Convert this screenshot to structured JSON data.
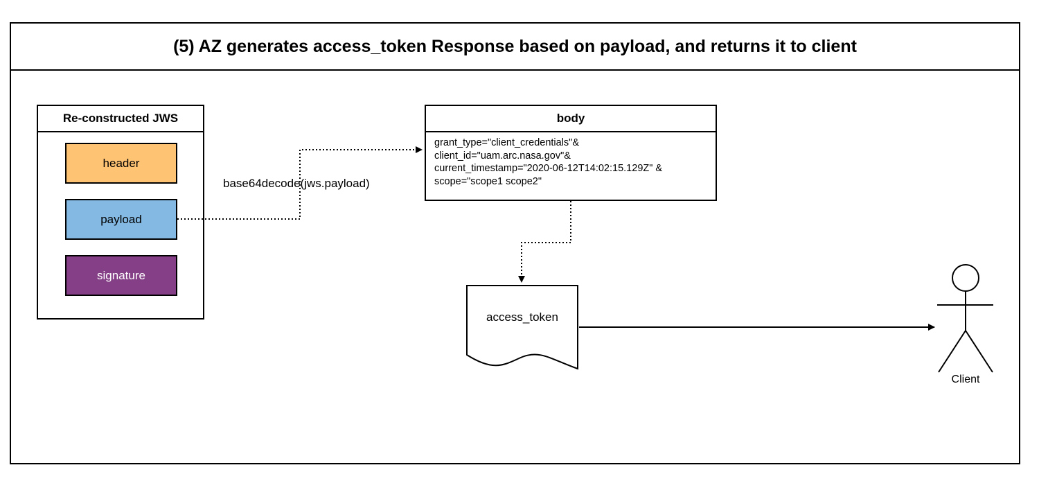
{
  "title": "(5) AZ generates access_token Response based on payload, and returns it to client",
  "jws": {
    "title": "Re-constructed JWS",
    "parts": [
      {
        "label": "header",
        "color": "#ffc374"
      },
      {
        "label": "payload",
        "color": "#83b9e3"
      },
      {
        "label": "signature",
        "color": "#843f86"
      }
    ]
  },
  "edge": {
    "label": "base64decode(jws.payload)"
  },
  "body": {
    "title": "body",
    "lines": [
      "grant_type=\"client_credentials\"&",
      "client_id=\"uam.arc.nasa.gov\"&",
      "current_timestamp=\"2020-06-12T14:02:15.129Z\" &",
      "scope=\"scope1 scope2\""
    ]
  },
  "token": {
    "label": "access_token"
  },
  "client": {
    "label": "Client",
    "icon": "actor-icon"
  }
}
